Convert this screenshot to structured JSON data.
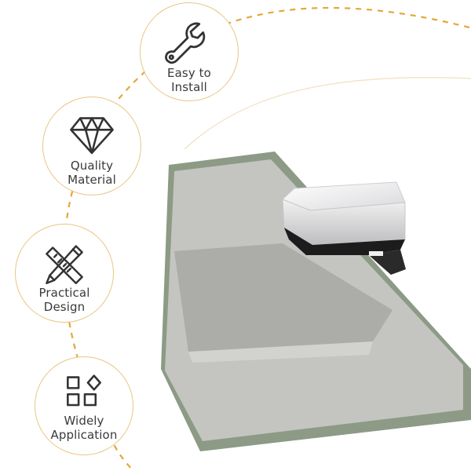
{
  "colors": {
    "accent_dashed": "#e3a83b",
    "circle_border": "#e8c684",
    "icon_stroke": "#333333",
    "text": "#3a3a3a",
    "glass_tint": "#9aa794"
  },
  "features": [
    {
      "icon": "wrench-icon",
      "line1": "Easy to",
      "line2": "Install"
    },
    {
      "icon": "diamond-icon",
      "line1": "Quality",
      "line2": "Material"
    },
    {
      "icon": "pencil-ruler-icon",
      "line1": "Practical",
      "line2": "Design"
    },
    {
      "icon": "grid-shapes-icon",
      "line1": "Widely",
      "line2": "Application"
    }
  ]
}
